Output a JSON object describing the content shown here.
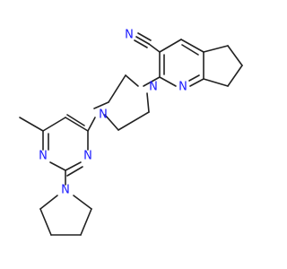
{
  "molecule": {
    "atom_labels": {
      "nitrile_n": "N",
      "pyridine_n": "N",
      "piperazine_n_right": "N",
      "piperazine_n_left": "N",
      "pyrimidine_n_upper": "N",
      "pyrimidine_n_lower": "N",
      "pyrrolidine_n": "N"
    },
    "colors": {
      "bond": "#222222",
      "nitrogen": "#1a1aff",
      "background": "#ffffff"
    }
  }
}
